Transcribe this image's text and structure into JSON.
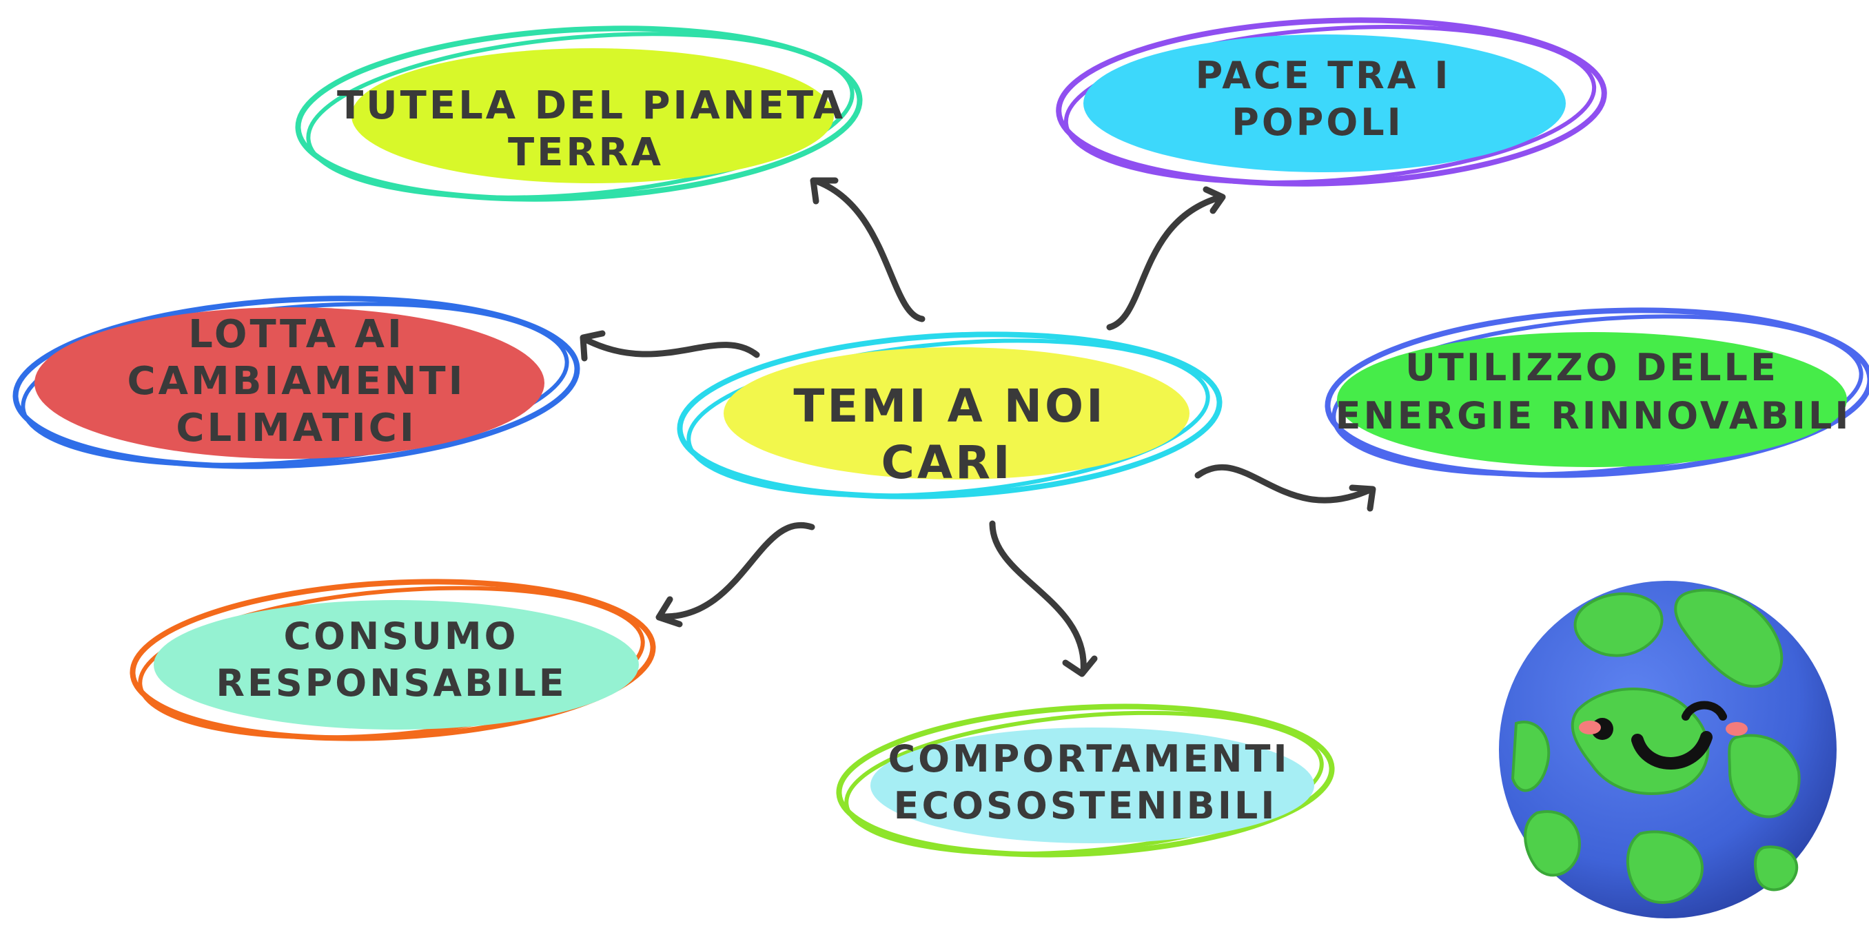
{
  "diagram": {
    "center": {
      "lines": [
        "TEMI A NOI",
        "CARI"
      ],
      "fill": "#f2f74c",
      "ring": "#29d9ec"
    },
    "topics": [
      {
        "id": "tutela",
        "lines": [
          "TUTELA DEL PIANETA",
          "TERRA"
        ],
        "fill": "#d8f82a",
        "ring": "#2fe0a8"
      },
      {
        "id": "pace",
        "lines": [
          "PACE TRA I",
          "POPOLI"
        ],
        "fill": "#3dd8fb",
        "ring": "#8f4ff0"
      },
      {
        "id": "lotta",
        "lines": [
          "LOTTA AI",
          "CAMBIAMENTI",
          "CLIMATICI"
        ],
        "fill": "#e35656",
        "ring": "#2f6ee8"
      },
      {
        "id": "utilizzo",
        "lines": [
          "UTILIZZO DELLE",
          "ENERGIE RINNOVABILI"
        ],
        "fill": "#46ec49",
        "ring": "#4d68ee"
      },
      {
        "id": "consumo",
        "lines": [
          "CONSUMO",
          "RESPONSABILE"
        ],
        "fill": "#95f2d2",
        "ring": "#f36a1b"
      },
      {
        "id": "comportamenti",
        "lines": [
          "COMPORTAMENTI",
          "ECOSOSTENIBILI"
        ],
        "fill": "#a6eef4",
        "ring": "#8ee42a"
      }
    ],
    "colors": {
      "arrow": "#3b3b3b",
      "text": "#3a3a3a",
      "globe_ocean": "#3f63d8",
      "globe_land": "#4fd04a"
    },
    "decoration": "smiling-earth-globe"
  }
}
